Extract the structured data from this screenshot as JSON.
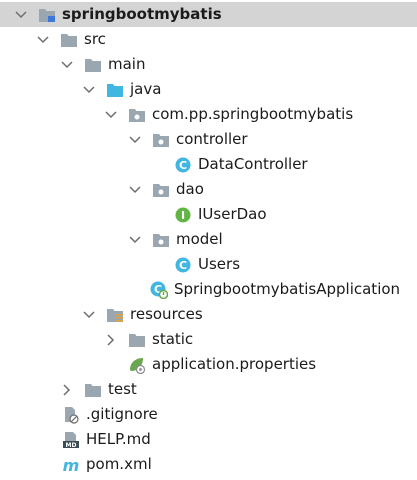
{
  "project_tree": {
    "root": {
      "label": "springbootmybatis",
      "expanded": true,
      "selected": true,
      "icon": "module-folder-icon"
    },
    "src": {
      "label": "src",
      "expanded": true,
      "icon": "folder-icon"
    },
    "main": {
      "label": "main",
      "expanded": true,
      "icon": "folder-icon"
    },
    "java": {
      "label": "java",
      "expanded": true,
      "icon": "source-root-folder-icon"
    },
    "package": {
      "label": "com.pp.springbootmybatis",
      "expanded": true,
      "icon": "package-icon"
    },
    "controller": {
      "label": "controller",
      "expanded": true,
      "icon": "package-icon"
    },
    "data_controller": {
      "label": "DataController",
      "icon": "class-icon"
    },
    "dao": {
      "label": "dao",
      "expanded": true,
      "icon": "package-icon"
    },
    "iuserdao": {
      "label": "IUserDao",
      "icon": "interface-icon"
    },
    "model": {
      "label": "model",
      "expanded": true,
      "icon": "package-icon"
    },
    "users": {
      "label": "Users",
      "icon": "class-icon"
    },
    "application": {
      "label": "SpringbootmybatisApplication",
      "icon": "spring-boot-class-icon"
    },
    "resources": {
      "label": "resources",
      "expanded": true,
      "icon": "resources-folder-icon"
    },
    "static": {
      "label": "static",
      "expanded": false,
      "icon": "folder-icon"
    },
    "app_properties": {
      "label": "application.properties",
      "icon": "spring-properties-icon"
    },
    "test": {
      "label": "test",
      "expanded": false,
      "icon": "folder-icon"
    },
    "gitignore": {
      "label": ".gitignore",
      "icon": "ignored-file-icon"
    },
    "help_md": {
      "label": "HELP.md",
      "icon": "markdown-file-icon"
    },
    "pom_xml": {
      "label": "pom.xml",
      "icon": "maven-icon"
    }
  },
  "colors": {
    "selection": "#d4d4d4",
    "folder": "#9aa7b0",
    "source_folder": "#40b6e0",
    "class": "#40b6e0",
    "interface": "#62b543",
    "spring": "#6aa84f"
  }
}
